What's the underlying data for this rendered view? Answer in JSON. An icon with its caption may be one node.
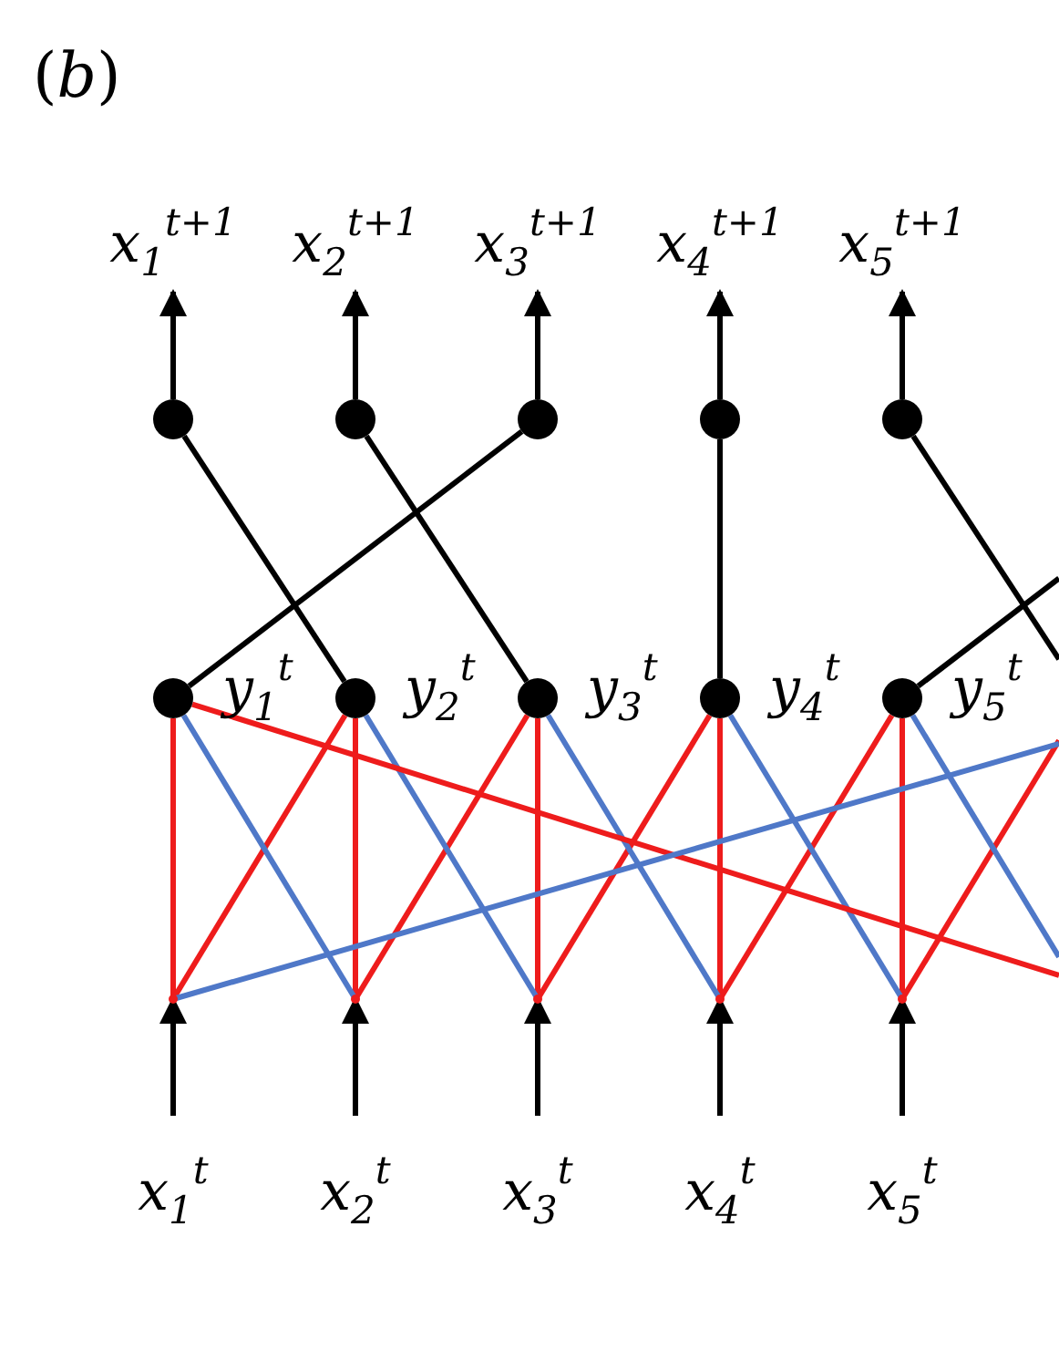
{
  "diagram": {
    "nodes": [
      {
        "text": [
          "x$_{1}$$^{t+1}$"
        ]
      },
      {
        "text": [
          "x$_{2}$$^{t+1}$"
        ]
      },
      {
        "text": [
          "x$_{3}$$^{t+1}$"
        ]
      },
      {
        "text": [
          "x$_{4}$$^{t+1}$"
        ]
      },
      {
        "text": [
          "x$_{5}$$^{t+1}$"
        ]
      },
      {
        "text": [],
        "shape": "circle"
      },
      {
        "text": [],
        "shape": "circle"
      },
      {
        "text": [],
        "shape": "circle"
      },
      {
        "text": [],
        "shape": "circle"
      },
      {
        "text": [],
        "shape": "circle"
      },
      {
        "text": [],
        "shape": "circle",
        "beside": [
          "y$_{1}$$^{t}$"
        ]
      },
      {
        "text": [],
        "shape": "circle",
        "beside": [
          "y$_{2}$$^{t}$"
        ]
      },
      {
        "text": [],
        "shape": "circle",
        "beside": [
          "y$_{3}$$^{t}$"
        ]
      },
      {
        "text": [],
        "shape": "circle",
        "beside": [
          "y$_{4}$$^{t}$"
        ]
      },
      {
        "text": [],
        "shape": "circle",
        "beside": [
          "y$_{5}$$^{t}$"
        ]
      },
      {
        "text": [],
        "shape": "point"
      },
      {
        "text": [],
        "shape": "point"
      },
      {
        "text": [],
        "shape": "point"
      },
      {
        "text": [],
        "shape": "point"
      },
      {
        "text": [],
        "shape": "point"
      },
      {
        "text": [
          "x$_{1}$$^{t}$"
        ]
      },
      {
        "text": [
          "x$_{2}$$^{t}$"
        ]
      },
      {
        "text": [
          "x$_{3}$$^{t}$"
        ]
      },
      {
        "text": [
          "x$_{4}$$^{t}$"
        ]
      },
      {
        "text": [
          "x$_{5}$$^{t}$"
        ]
      }
    ],
    "edges": [
      {
        "from": 5,
        "to": 0,
        "arrow": "to"
      },
      {
        "from": 6,
        "to": 1,
        "arrow": "to"
      },
      {
        "from": 7,
        "to": 2,
        "arrow": "to"
      },
      {
        "from": 8,
        "to": 3,
        "arrow": "to"
      },
      {
        "from": 9,
        "to": 4,
        "arrow": "to"
      },
      {
        "from": 11,
        "to": 5,
        "arrow": "none"
      },
      {
        "from": 12,
        "to": 6,
        "arrow": "none"
      },
      {
        "from": 10,
        "to": 7,
        "arrow": "none"
      },
      {
        "from": 13,
        "to": 8,
        "arrow": "none"
      },
      {
        "from": 14,
        "to": null,
        "arrow": "none"
      },
      {
        "from": 9,
        "to": null,
        "arrow": "none"
      },
      {
        "from": 20,
        "to": 15,
        "arrow": "to"
      },
      {
        "from": 21,
        "to": 16,
        "arrow": "to"
      },
      {
        "from": 22,
        "to": 17,
        "arrow": "to"
      },
      {
        "from": 23,
        "to": 18,
        "arrow": "to"
      },
      {
        "from": 24,
        "to": 19,
        "arrow": "to"
      },
      {
        "from": 15,
        "to": 10,
        "arrow": "none",
        "color": "#ee1c1c"
      },
      {
        "from": 16,
        "to": 11,
        "arrow": "none",
        "color": "#ee1c1c"
      },
      {
        "from": 17,
        "to": 12,
        "arrow": "none",
        "color": "#ee1c1c"
      },
      {
        "from": 18,
        "to": 13,
        "arrow": "none",
        "color": "#ee1c1c"
      },
      {
        "from": 19,
        "to": 14,
        "arrow": "none",
        "color": "#ee1c1c"
      },
      {
        "from": 15,
        "to": 11,
        "arrow": "none",
        "color": "#ee1c1c"
      },
      {
        "from": 16,
        "to": 12,
        "arrow": "none",
        "color": "#ee1c1c"
      },
      {
        "from": 17,
        "to": 13,
        "arrow": "none",
        "color": "#ee1c1c"
      },
      {
        "from": 18,
        "to": 14,
        "arrow": "none",
        "color": "#ee1c1c"
      },
      {
        "from": 19,
        "to": null,
        "arrow": "none",
        "color": "#ee1c1c"
      },
      {
        "from": 10,
        "to": 16,
        "arrow": "none",
        "color": "#4f78c8"
      },
      {
        "from": 11,
        "to": 17,
        "arrow": "none",
        "color": "#4f78c8"
      },
      {
        "from": 12,
        "to": 18,
        "arrow": "none",
        "color": "#4f78c8"
      },
      {
        "from": 13,
        "to": 19,
        "arrow": "none",
        "color": "#4f78c8"
      },
      {
        "from": 14,
        "to": null,
        "arrow": "none",
        "color": "#4f78c8"
      },
      {
        "from": 10,
        "to": null,
        "arrow": "none",
        "color": "#ee1c1c"
      },
      {
        "from": 15,
        "to": null,
        "arrow": "none",
        "color": "#4f78c8"
      }
    ],
    "labels": [
      "(*b*)"
    ]
  }
}
